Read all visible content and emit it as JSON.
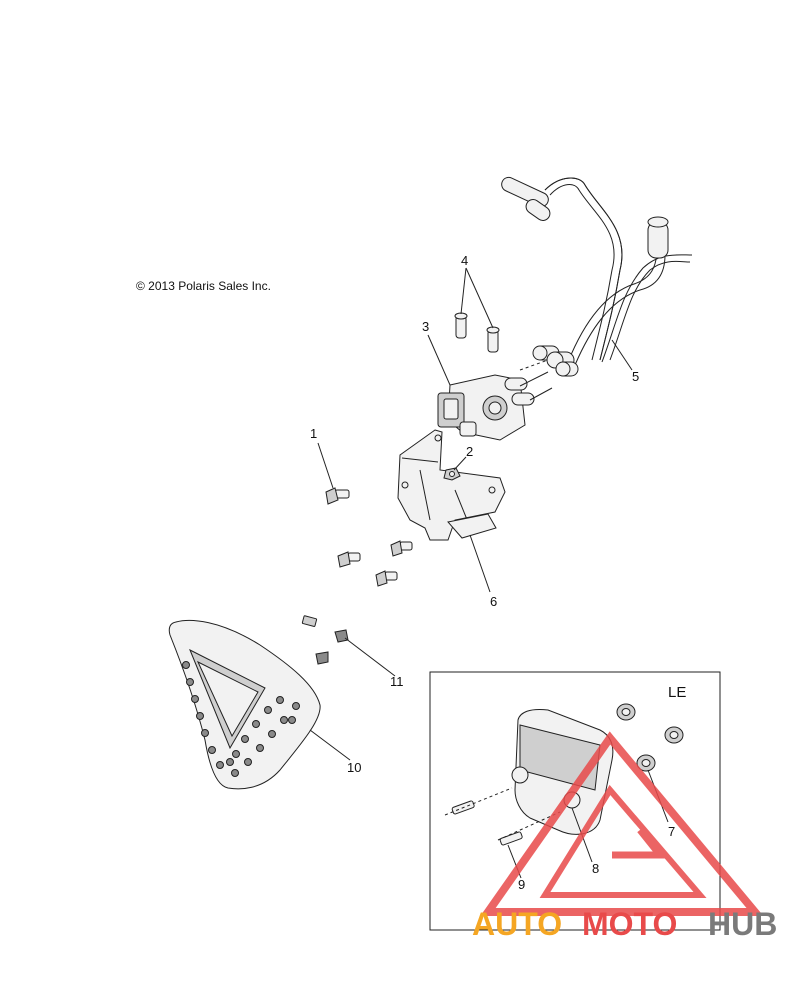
{
  "copyright": "© 2013 Polaris Sales Inc.",
  "callouts": [
    "1",
    "2",
    "3",
    "4",
    "5",
    "6",
    "7",
    "8",
    "9",
    "10",
    "11"
  ],
  "inset_label": "LE",
  "watermark": {
    "part1": "AUTO",
    "part2": "MOTO",
    "part3": "HUB",
    "color_orange": "#f5a623",
    "color_red": "#e84a4a",
    "color_grey": "#7a7a7a"
  }
}
